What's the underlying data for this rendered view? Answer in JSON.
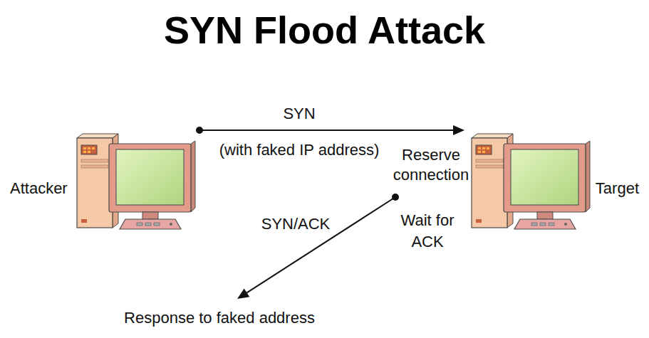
{
  "diagram": {
    "title": "SYN Flood Attack",
    "nodes": [
      {
        "text": [
          "Attacker"
        ]
      },
      {
        "text": [
          "Target"
        ]
      }
    ],
    "edges": [
      {
        "from": 0,
        "to": 1,
        "arrow": "to",
        "label": "SYN"
      }
    ],
    "labels": [
      "(with faked IP address)",
      "Reserve connection",
      "Wait for ACK",
      "SYN/ACK",
      "Response to faked address"
    ]
  }
}
